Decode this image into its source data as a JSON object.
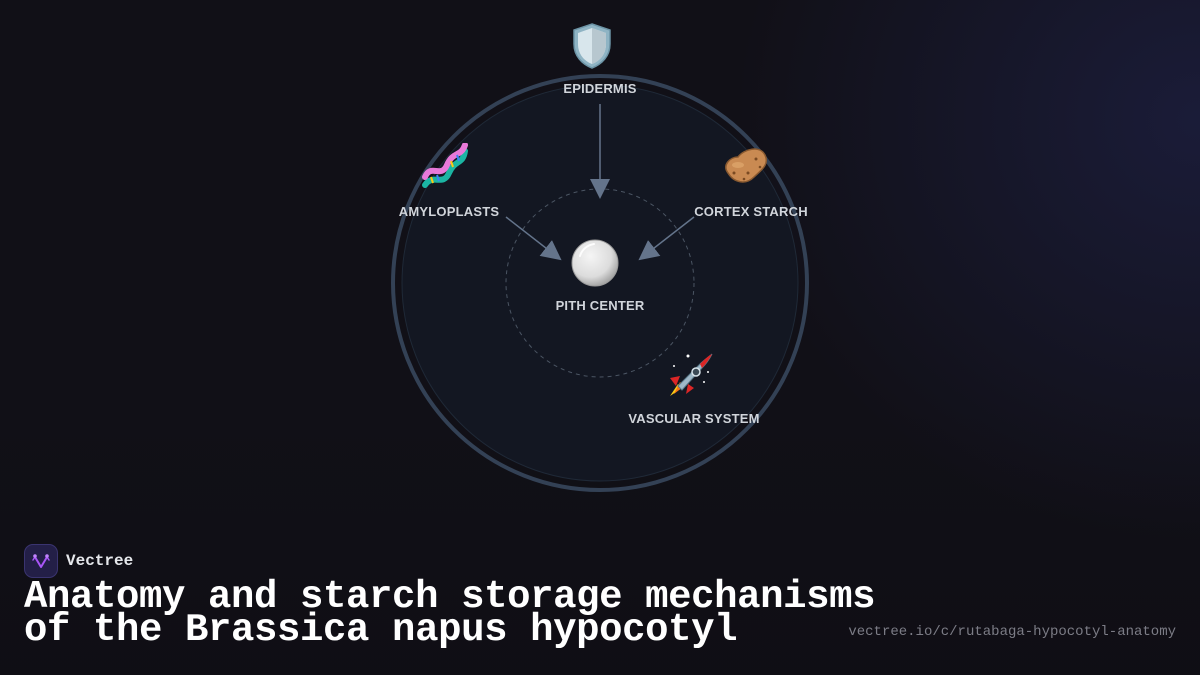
{
  "diagram": {
    "type": "radial-flow",
    "center": {
      "id": "pith",
      "label": "PITH CENTER",
      "icon": "white-circle-icon"
    },
    "nodes": [
      {
        "id": "epidermis",
        "label": "EPIDERMIS",
        "icon": "shield-icon",
        "position": "top"
      },
      {
        "id": "amyloplasts",
        "label": "AMYLOPLASTS",
        "icon": "dna-icon",
        "position": "upper-left"
      },
      {
        "id": "cortex-starch",
        "label": "CORTEX STARCH",
        "icon": "potato-icon",
        "position": "upper-right"
      },
      {
        "id": "vascular-system",
        "label": "VASCULAR SYSTEM",
        "icon": "rocket-icon",
        "position": "lower-right"
      }
    ],
    "edges": [
      {
        "from": "epidermis",
        "to": "pith"
      },
      {
        "from": "amyloplasts",
        "to": "pith"
      },
      {
        "from": "cortex-starch",
        "to": "pith"
      }
    ],
    "colors": {
      "background": "#111017",
      "ring": "#334155",
      "disc": "#131722",
      "arrow": "#64748b",
      "dashed": "#4b5563",
      "label": "#d1d5db"
    }
  },
  "brand": {
    "name": "Vectree",
    "logo_color": "#a855f7"
  },
  "title": {
    "line1": "Anatomy and starch storage mechanisms",
    "line2": "of the Brassica napus hypocotyl"
  },
  "url": "vectree.io/c/rutabaga-hypocotyl-anatomy"
}
